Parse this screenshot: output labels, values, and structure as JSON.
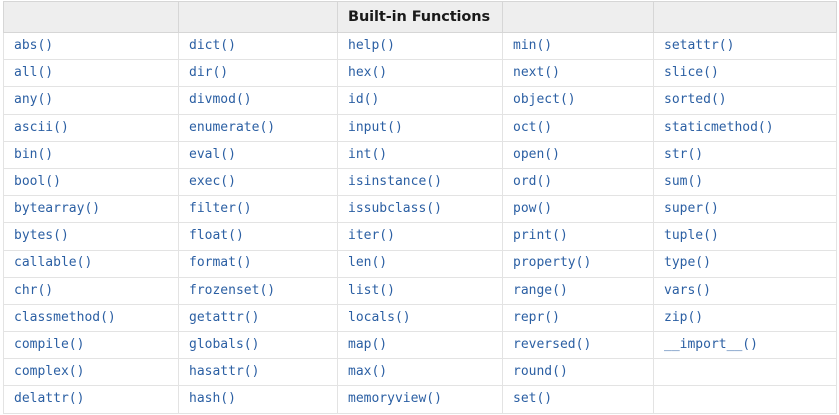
{
  "page": {
    "background_color": "#ffffff",
    "table_border_color": "#d6d6d6",
    "row_border_color": "#e3e3e3",
    "header_background_color": "#eeeeee",
    "header_text_color": "#1a1a1a",
    "cell_text_color": "#2b5fa3"
  },
  "table": {
    "title": "Built-in Functions",
    "header_cells": [
      "",
      "",
      "Built-in Functions",
      "",
      ""
    ],
    "column_count": 5,
    "row_count": 14,
    "rows": [
      [
        "abs()",
        "dict()",
        "help()",
        "min()",
        "setattr()"
      ],
      [
        "all()",
        "dir()",
        "hex()",
        "next()",
        "slice()"
      ],
      [
        "any()",
        "divmod()",
        "id()",
        "object()",
        "sorted()"
      ],
      [
        "ascii()",
        "enumerate()",
        "input()",
        "oct()",
        "staticmethod()"
      ],
      [
        "bin()",
        "eval()",
        "int()",
        "open()",
        "str()"
      ],
      [
        "bool()",
        "exec()",
        "isinstance()",
        "ord()",
        "sum()"
      ],
      [
        "bytearray()",
        "filter()",
        "issubclass()",
        "pow()",
        "super()"
      ],
      [
        "bytes()",
        "float()",
        "iter()",
        "print()",
        "tuple()"
      ],
      [
        "callable()",
        "format()",
        "len()",
        "property()",
        "type()"
      ],
      [
        "chr()",
        "frozenset()",
        "list()",
        "range()",
        "vars()"
      ],
      [
        "classmethod()",
        "getattr()",
        "locals()",
        "repr()",
        "zip()"
      ],
      [
        "compile()",
        "globals()",
        "map()",
        "reversed()",
        "__import__()"
      ],
      [
        "complex()",
        "hasattr()",
        "max()",
        "round()",
        ""
      ],
      [
        "delattr()",
        "hash()",
        "memoryview()",
        "set()",
        ""
      ]
    ]
  }
}
